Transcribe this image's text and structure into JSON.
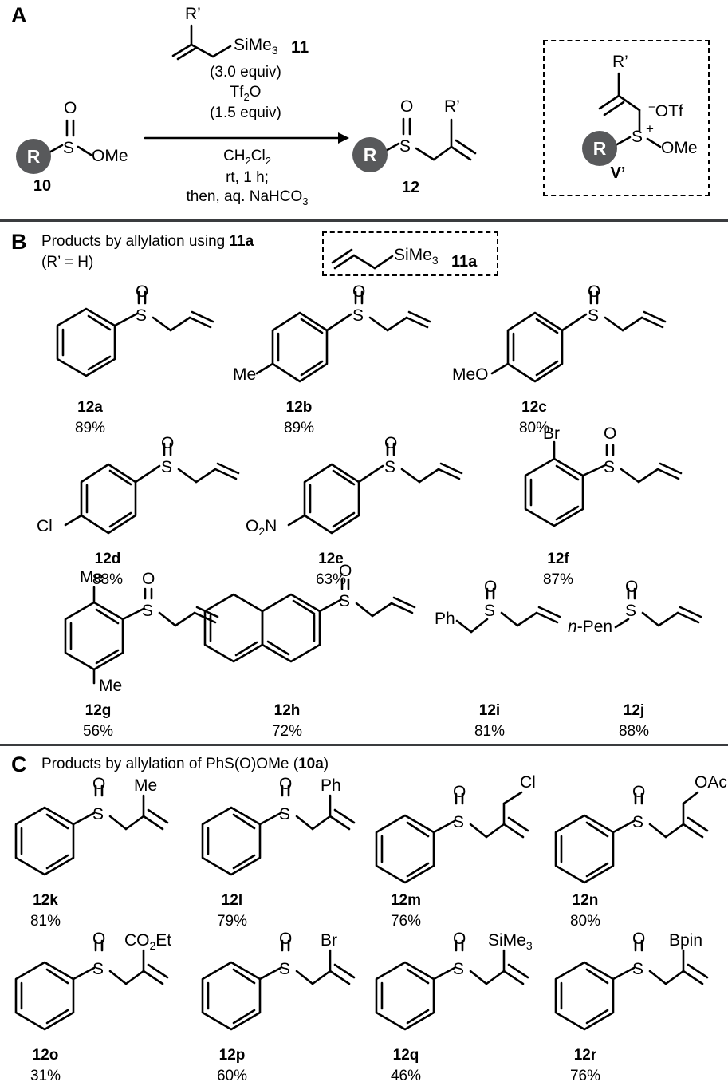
{
  "panels": {
    "a": {
      "letter": "A",
      "substrate": {
        "core": "R",
        "label_s": "S",
        "label_o": "O",
        "label_ome": "OMe",
        "number": "10"
      },
      "reagent": {
        "label_rprime": "R’",
        "label_sime3": "SiMe3",
        "number": "11"
      },
      "above_arrow": [
        "(3.0 equiv)",
        "Tf2O",
        "(1.5 equiv)"
      ],
      "below_arrow": [
        "CH2Cl2",
        "rt, 1 h;",
        "then, aq. NaHCO3"
      ],
      "product": {
        "core": "R",
        "label_s": "S",
        "label_o": "O",
        "label_rprime": "R’",
        "number": "12"
      },
      "intermediate": {
        "core": "R",
        "label_s": "S",
        "label_plus": "+",
        "label_rprime": "R’",
        "label_otf": "OTf",
        "label_otf_charge": "−",
        "label_ome": "OMe",
        "number": "V’"
      }
    },
    "b": {
      "letter": "B",
      "title_line1": "Products by allylation using 11a",
      "title_line1_plain": "Products by allylation using ",
      "title_line1_bold": "11a",
      "title_line2": "(R’ = H)",
      "inset": {
        "label_sime3": "SiMe3",
        "number": "11a"
      },
      "compounds": [
        {
          "id": "12a",
          "yield": "89%",
          "core": "phenyl",
          "sub": "",
          "sub2": ""
        },
        {
          "id": "12b",
          "yield": "89%",
          "core": "phenyl-para",
          "sub": "Me",
          "sub2": ""
        },
        {
          "id": "12c",
          "yield": "80%",
          "core": "phenyl-para",
          "sub": "MeO",
          "sub2": ""
        },
        {
          "id": "12d",
          "yield": "88%",
          "core": "phenyl-para",
          "sub": "Cl",
          "sub2": ""
        },
        {
          "id": "12e",
          "yield": "63%",
          "core": "phenyl-para",
          "sub": "O2N",
          "sub2": ""
        },
        {
          "id": "12f",
          "yield": "87%",
          "core": "phenyl-ortho",
          "sub": "Br",
          "sub2": ""
        },
        {
          "id": "12g",
          "yield": "56%",
          "core": "phenyl-dimethyl",
          "sub": "Me",
          "sub2": "Me"
        },
        {
          "id": "12h",
          "yield": "72%",
          "core": "naphthyl",
          "sub": "",
          "sub2": ""
        },
        {
          "id": "12i",
          "yield": "81%",
          "core": "benzyl",
          "sub": "Ph",
          "sub2": ""
        },
        {
          "id": "12j",
          "yield": "88%",
          "core": "alkyl",
          "sub": "n-Pen",
          "sub2": ""
        }
      ],
      "label_o": "O",
      "label_s": "S"
    },
    "c": {
      "letter": "C",
      "title_plain_1": "Products by allylation of PhS(O)OMe (",
      "title_bold": "10a",
      "title_plain_2": ")",
      "title_full": "Products by allylation of PhS(O)OMe (10a)",
      "label_o": "O",
      "label_s": "S",
      "compounds": [
        {
          "id": "12k",
          "yield": "81%",
          "rgroup": "Me",
          "rtype": "direct"
        },
        {
          "id": "12l",
          "yield": "79%",
          "rgroup": "Ph",
          "rtype": "direct"
        },
        {
          "id": "12m",
          "yield": "76%",
          "rgroup": "Cl",
          "rtype": "ch2"
        },
        {
          "id": "12n",
          "yield": "80%",
          "rgroup": "OAc",
          "rtype": "ch2"
        },
        {
          "id": "12o",
          "yield": "31%",
          "rgroup": "CO2Et",
          "rtype": "direct"
        },
        {
          "id": "12p",
          "yield": "60%",
          "rgroup": "Br",
          "rtype": "direct"
        },
        {
          "id": "12q",
          "yield": "46%",
          "rgroup": "SiMe3",
          "rtype": "direct"
        },
        {
          "id": "12r",
          "yield": "76%",
          "rgroup": "Bpin",
          "rtype": "direct"
        }
      ]
    }
  },
  "colors": {
    "r_circle": "#58595b",
    "divider": "#3a3c3f",
    "stroke": "#000000"
  }
}
